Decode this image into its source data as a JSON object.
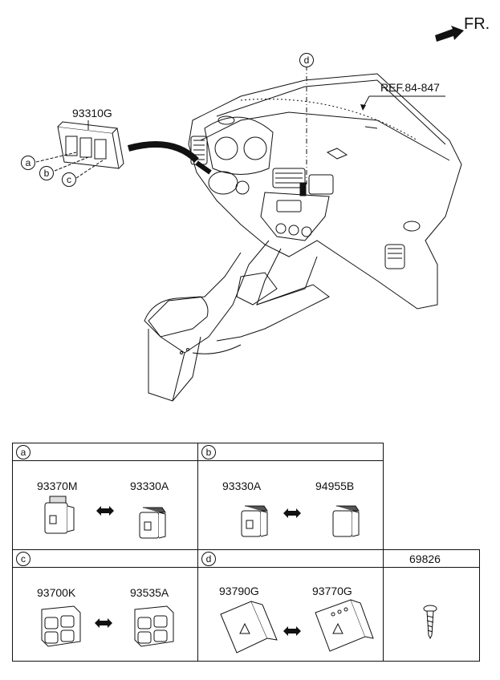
{
  "fr_label": "FR.",
  "callouts": {
    "d_top": "d",
    "a_left": "a",
    "b_left": "b",
    "c_left": "c"
  },
  "part_labels": {
    "top_switch": "93310G",
    "ref": "REF.84-847"
  },
  "table": {
    "a": {
      "key": "a",
      "left_part": "93370M",
      "right_part": "93330A"
    },
    "b": {
      "key": "b",
      "left_part": "93330A",
      "right_part": "94955B"
    },
    "c": {
      "key": "c",
      "left_part": "93700K",
      "right_part": "93535A"
    },
    "d": {
      "key": "d",
      "left_part": "93790G",
      "right_part": "93770G"
    },
    "e": {
      "header": "69826"
    }
  },
  "colors": {
    "line": "#111111",
    "fill": "#ffffff",
    "shade": "#555555"
  }
}
